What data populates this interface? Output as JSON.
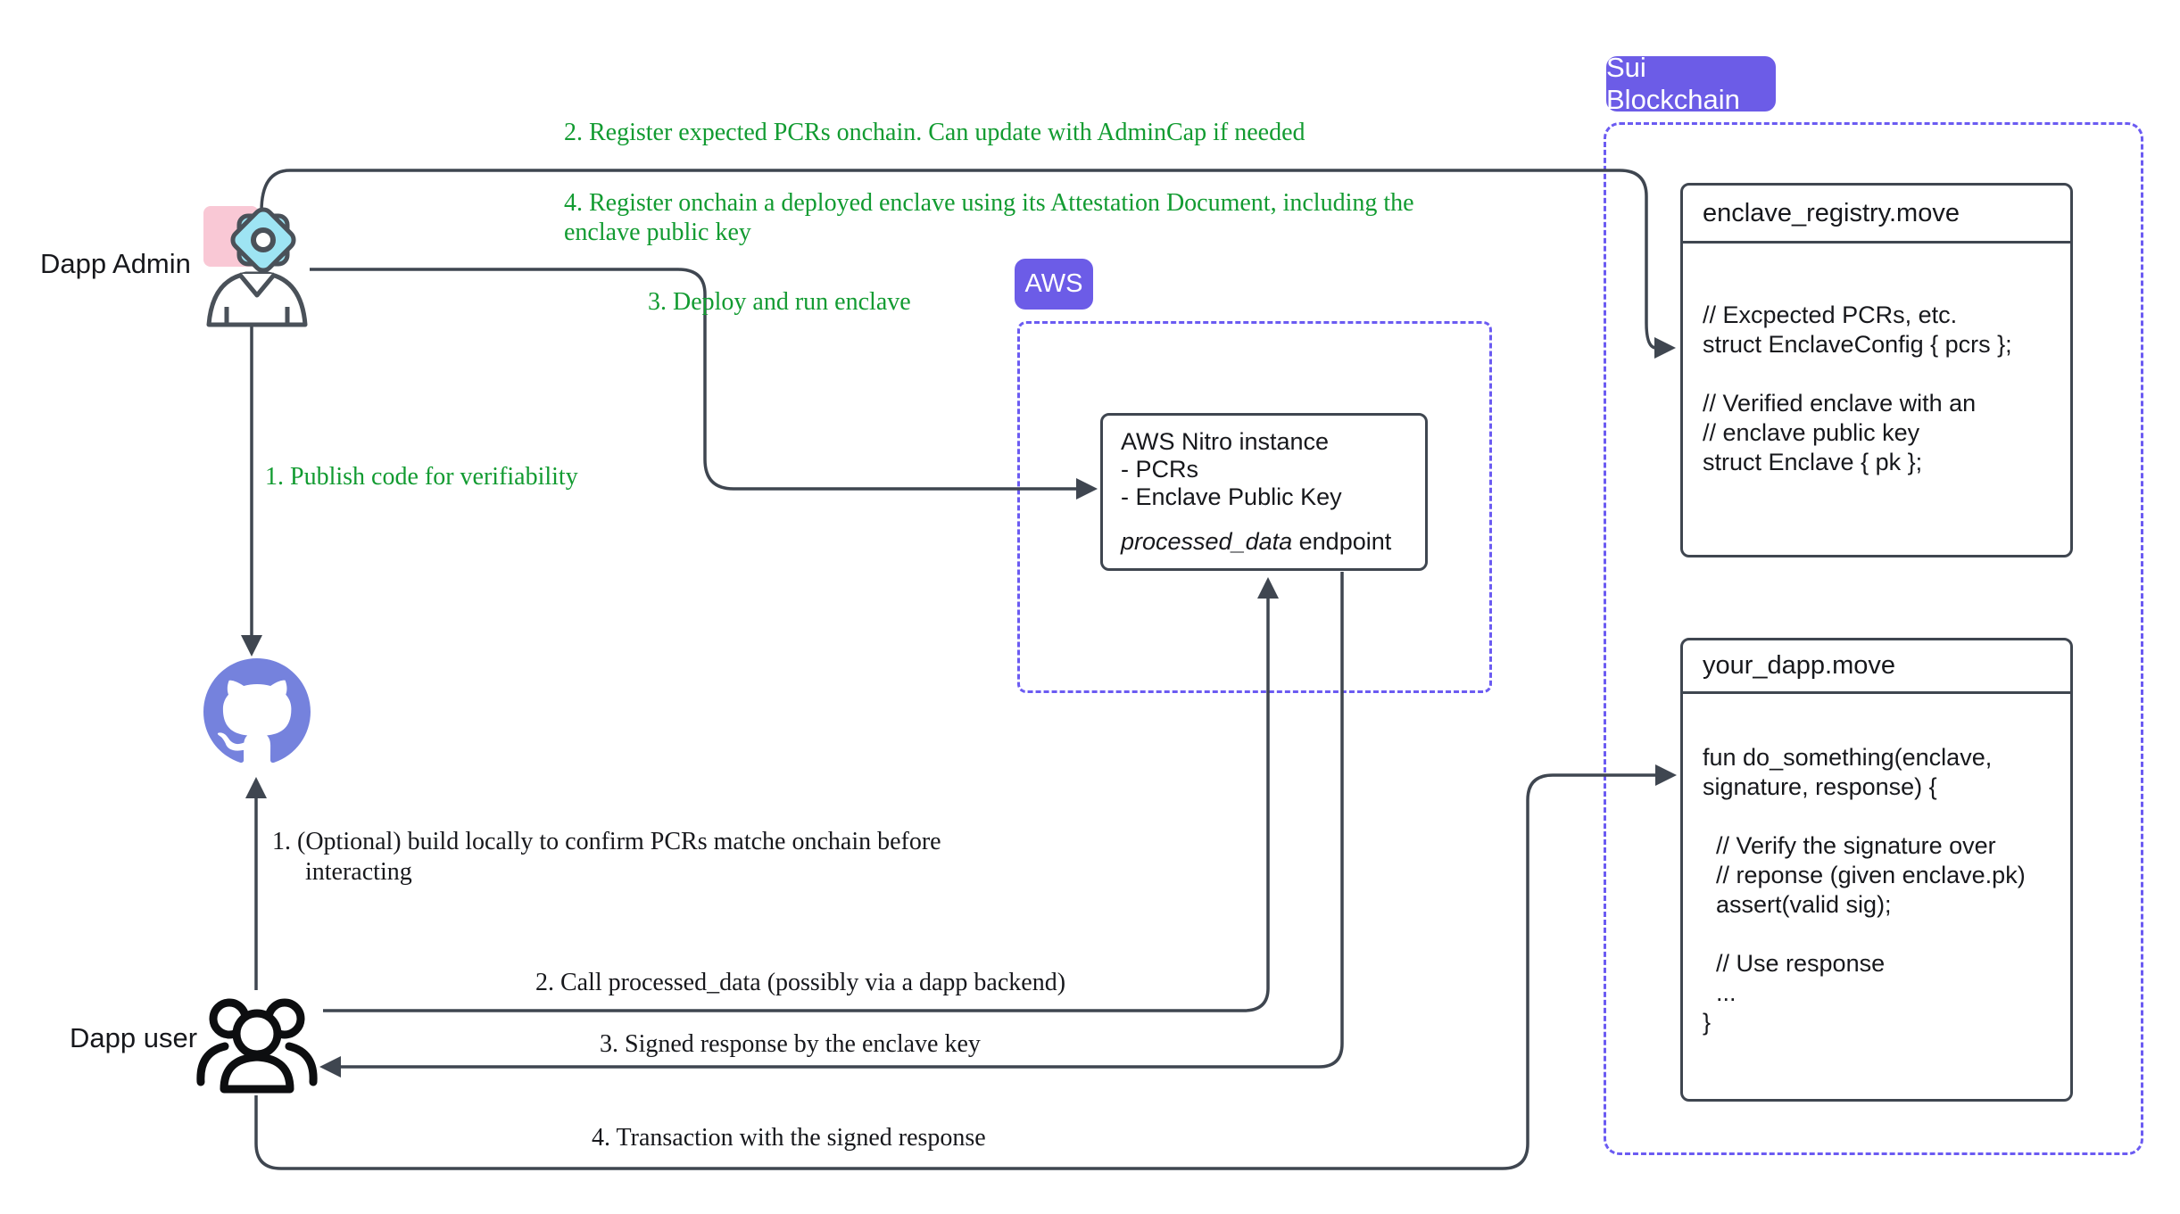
{
  "badges": {
    "aws": "AWS",
    "sui": "Sui Blockchain"
  },
  "actors": {
    "admin": "Dapp Admin",
    "user": "Dapp user"
  },
  "admin_steps": {
    "s1": "1. Publish code for verifiability",
    "s2": "2. Register expected PCRs onchain. Can update with AdminCap if needed",
    "s3": "3. Deploy and run enclave",
    "s4a": "4. Register onchain a deployed enclave using its Attestation Document, including the",
    "s4b": "enclave public key"
  },
  "user_steps": {
    "s1a": "1. (Optional) build locally to confirm PCRs matche onchain before",
    "s1b": "interacting",
    "s2": "2. Call processed_data (possibly via a dapp backend)",
    "s3": "3. Signed response by the enclave key",
    "s4": "4. Transaction with the signed response"
  },
  "aws": {
    "nitro_title": "AWS Nitro instance",
    "nitro_item1": "- PCRs",
    "nitro_item2": "- Enclave Public Key",
    "endpoint_name": "processed_data",
    "endpoint_suffix": " endpoint"
  },
  "sui": {
    "registry_title": "enclave_registry.move",
    "registry_code": [
      "// Excpected PCRs, etc.",
      "struct EnclaveConfig { pcrs };",
      "",
      "// Verified enclave with an",
      "// enclave public key",
      "struct Enclave { pk };"
    ],
    "dapp_title": "your_dapp.move",
    "dapp_code": [
      "fun do_something(enclave,",
      "signature, response) {",
      "",
      "  // Verify the signature over",
      "  // reponse (given enclave.pk)",
      "  assert(valid sig);",
      "",
      "  // Use response",
      "  ...",
      "}"
    ]
  },
  "colors": {
    "accent_purple": "#6C5CE7",
    "dash_purple": "#6B5BF2",
    "line_slate": "#3F4650",
    "annotation_green": "#129B31",
    "github_indigo": "#7582DD",
    "gear_cyan": "#9EE4F3",
    "admin_pink": "#F9C8D5"
  }
}
